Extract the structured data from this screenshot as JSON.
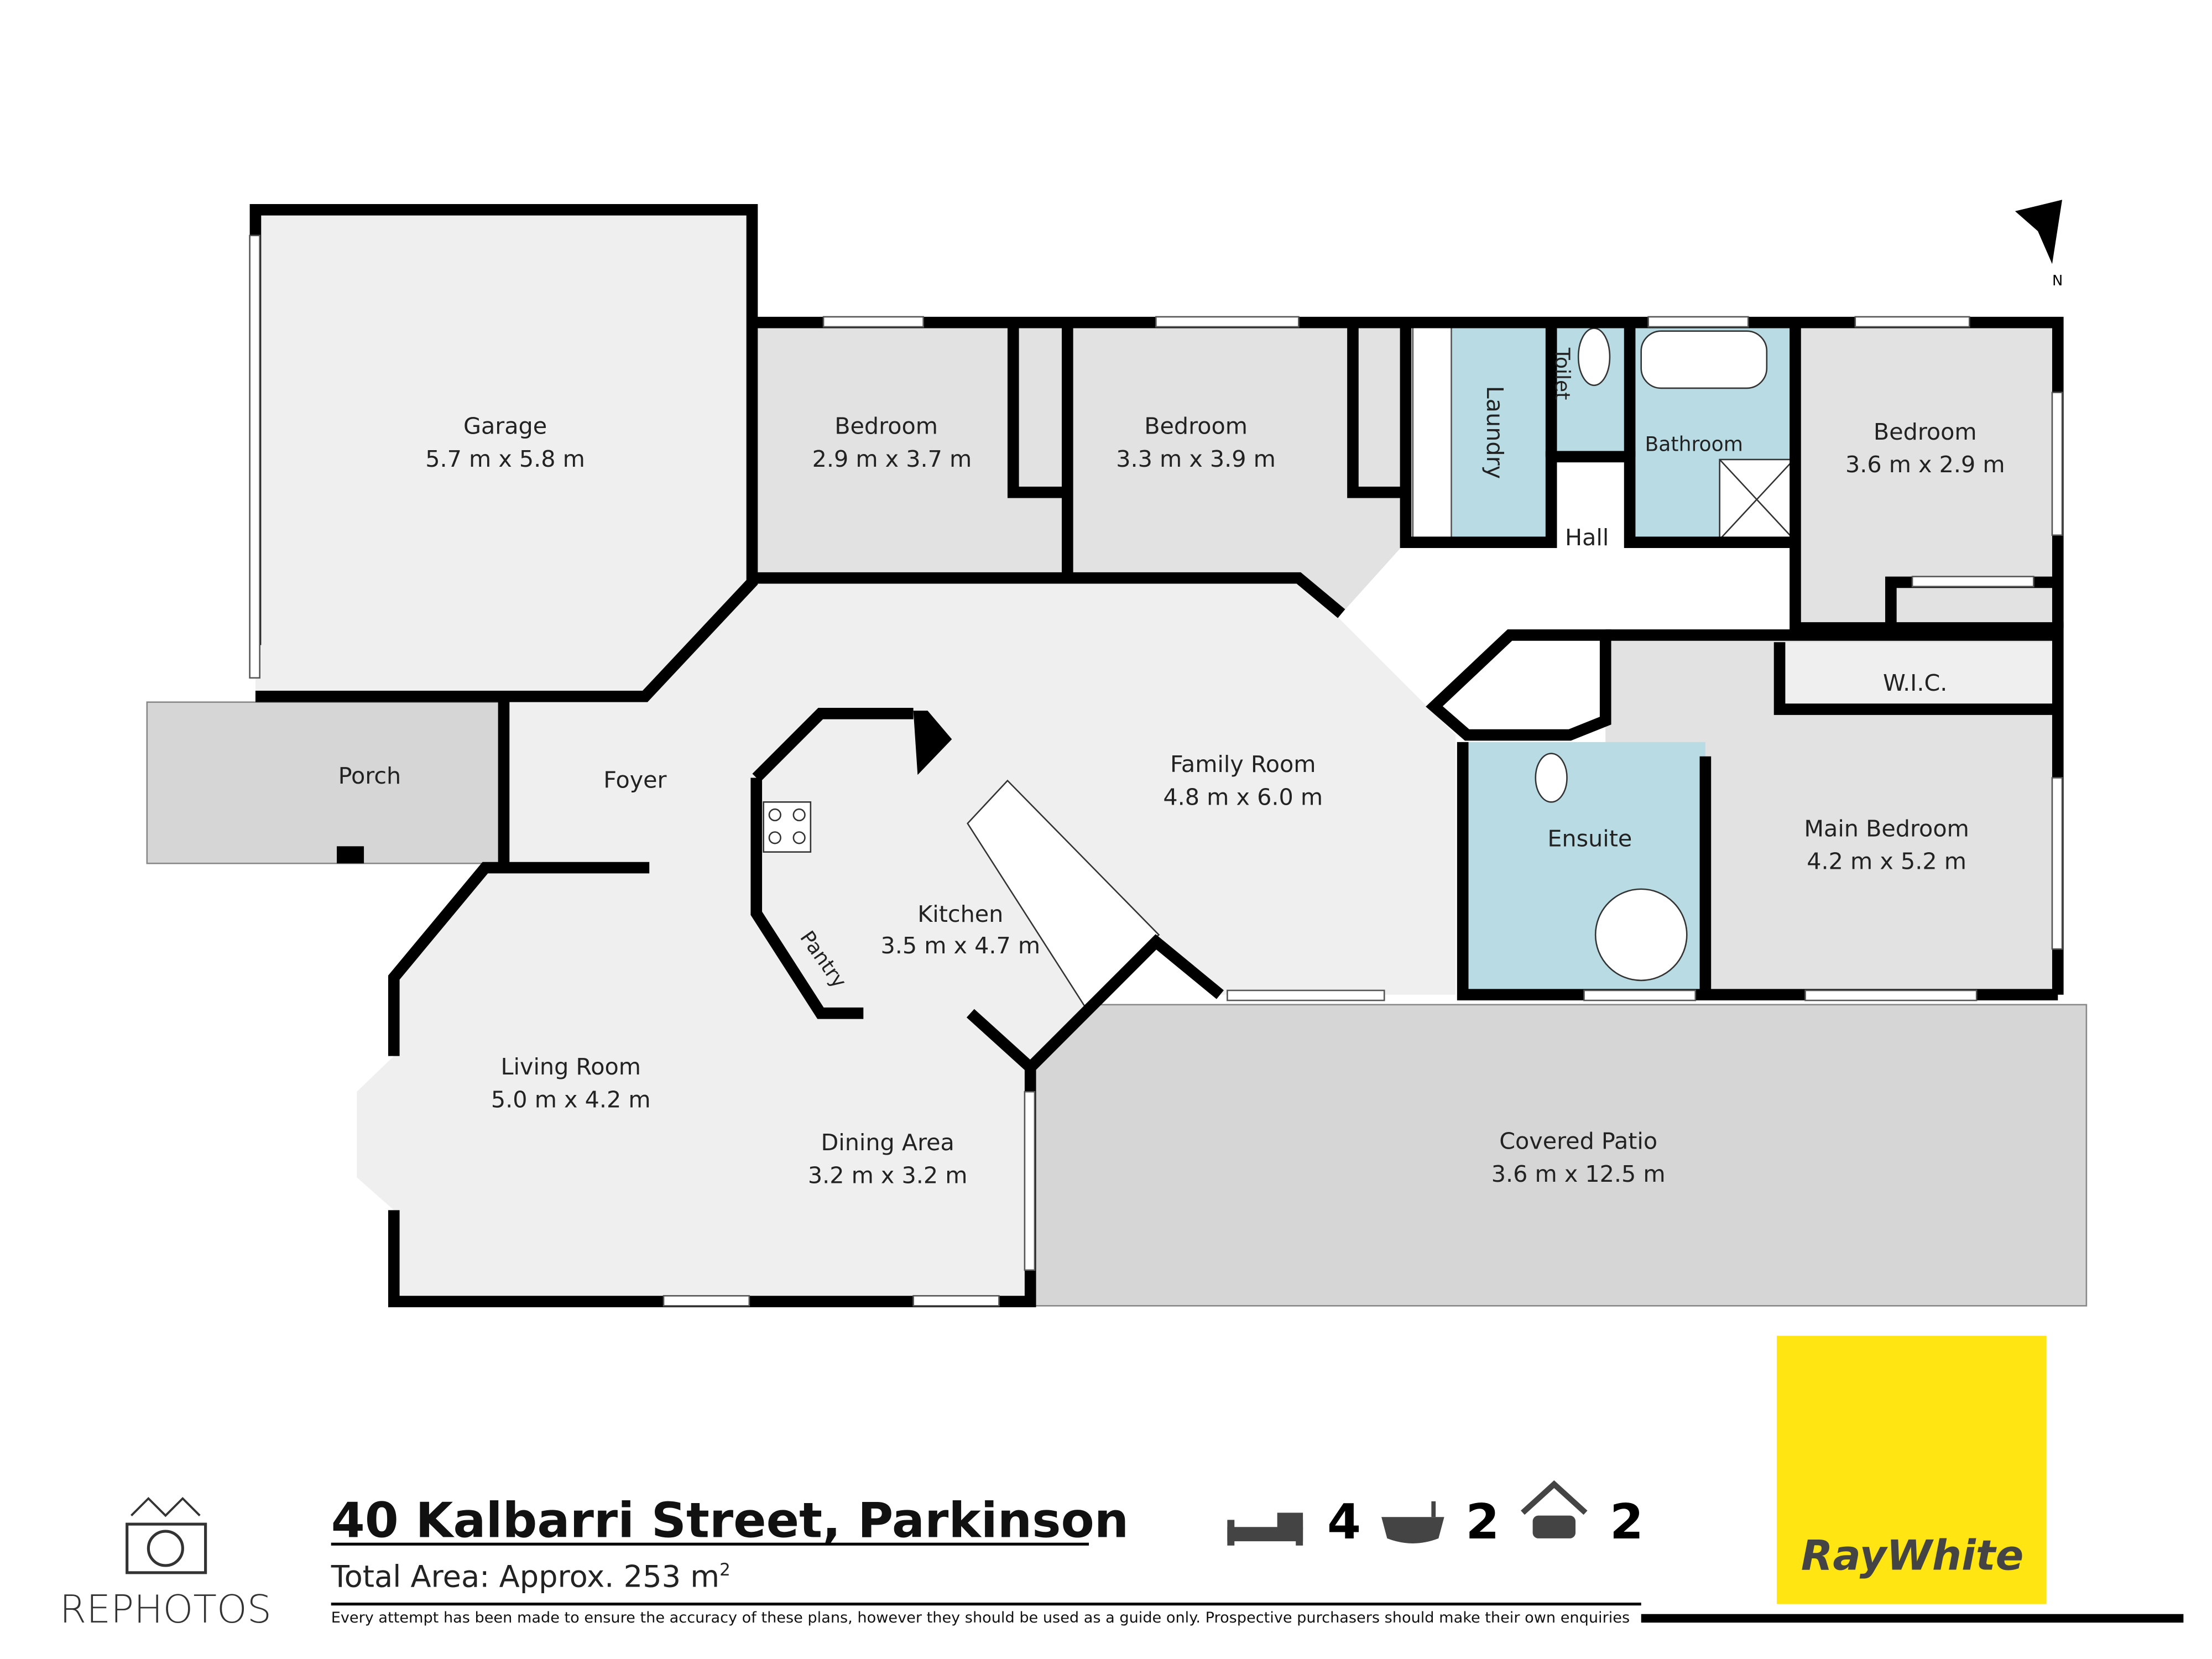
{
  "plan": {
    "rooms": {
      "garage": {
        "name": "Garage",
        "dims": "5.7 m x 5.8 m"
      },
      "bedroom_1": {
        "name": "Bedroom",
        "dims": "2.9 m x 3.7 m"
      },
      "bedroom_2": {
        "name": "Bedroom",
        "dims": "3.3 m x 3.9 m"
      },
      "laundry": {
        "name": "Laundry"
      },
      "toilet": {
        "name": "Toilet"
      },
      "bathroom": {
        "name": "Bathroom"
      },
      "bedroom_3": {
        "name": "Bedroom",
        "dims": "3.6 m x 2.9 m"
      },
      "hall": {
        "name": "Hall"
      },
      "porch": {
        "name": "Porch"
      },
      "foyer": {
        "name": "Foyer"
      },
      "family_room": {
        "name": "Family Room",
        "dims": "4.8 m x 6.0 m"
      },
      "kitchen": {
        "name": "Kitchen",
        "dims": "3.5 m x 4.7 m"
      },
      "pantry": {
        "name": "Pantry"
      },
      "wic": {
        "name": "W.I.C."
      },
      "ensuite": {
        "name": "Ensuite"
      },
      "main_bedroom": {
        "name": "Main Bedroom",
        "dims": "4.2 m x 5.2 m"
      },
      "living_room": {
        "name": "Living Room",
        "dims": "5.0 m x 4.2 m"
      },
      "dining_area": {
        "name": "Dining Area",
        "dims": "3.2 m x 3.2 m"
      },
      "covered_patio": {
        "name": "Covered Patio",
        "dims": "3.6 m x 12.5 m"
      }
    },
    "north_label": "N",
    "colors": {
      "wall": "#000000",
      "living": "#efefef",
      "bedroom": "#e2e2e2",
      "wet": "#b9dce4",
      "outdoor": "#d6d6d6"
    }
  },
  "footer": {
    "address": "40 Kalbarri Street, Parkinson",
    "total_area": "Total Area: Approx. 253 m",
    "area_sup": "2",
    "disclaimer": "Every attempt has been made to ensure the accuracy of these plans, however they should be used as a guide only.  Prospective purchasers should make their own enquiries",
    "bedrooms": "4",
    "bathrooms": "2",
    "garages": "2",
    "photographer_logo": "REPHOTOS",
    "agency_logo": "RayWhite",
    "agency_color": "#ffe512"
  }
}
